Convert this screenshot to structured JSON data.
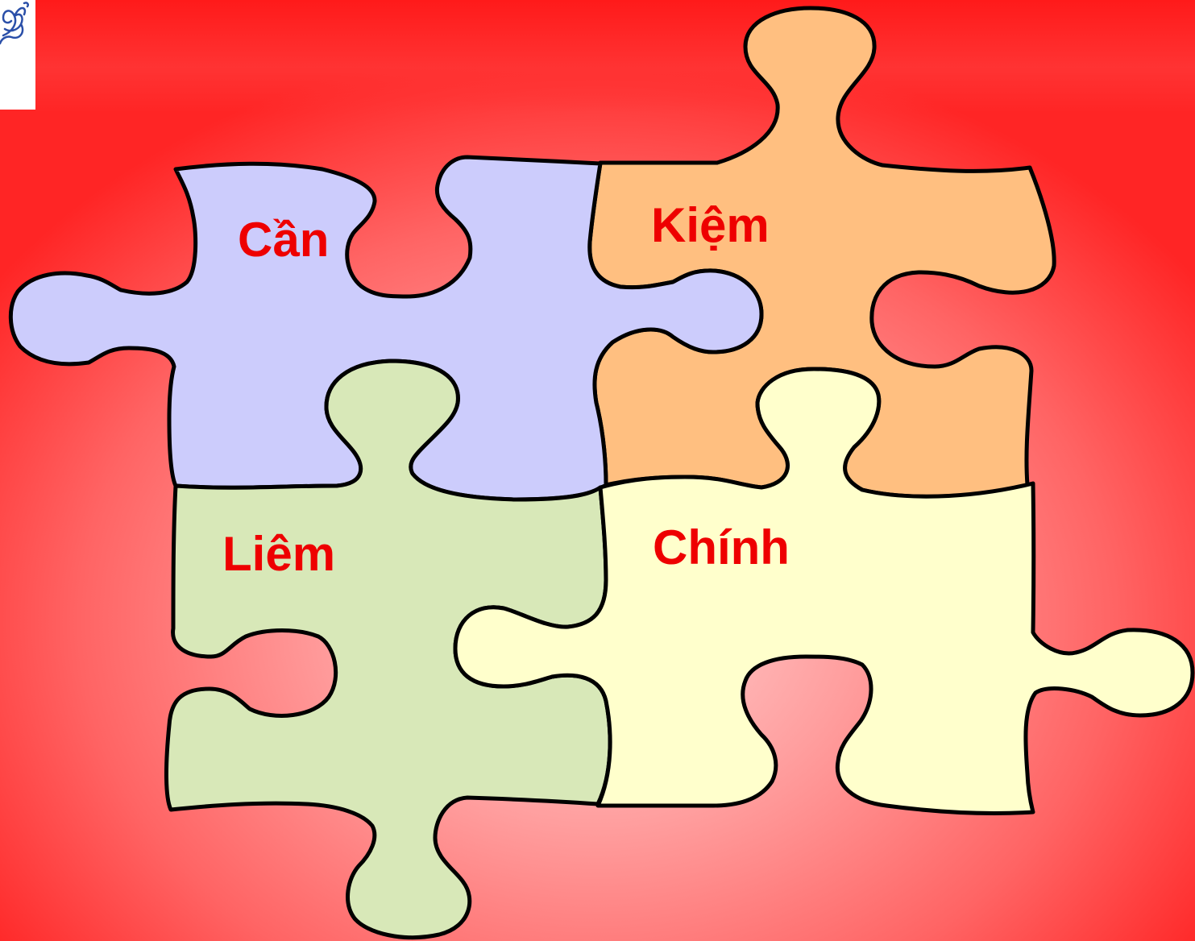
{
  "puzzle": {
    "pieces": [
      {
        "id": "can",
        "label": "Cần",
        "color": "#ccccfc"
      },
      {
        "id": "kiem",
        "label": "Kiệm",
        "color": "#ffbf80"
      },
      {
        "id": "liem",
        "label": "Liêm",
        "color": "#d8e8b8"
      },
      {
        "id": "chinh",
        "label": "Chính",
        "color": "#ffffcc"
      }
    ],
    "text_color": "#ee0000"
  },
  "logo": {
    "icon": "flower-logo-icon"
  }
}
